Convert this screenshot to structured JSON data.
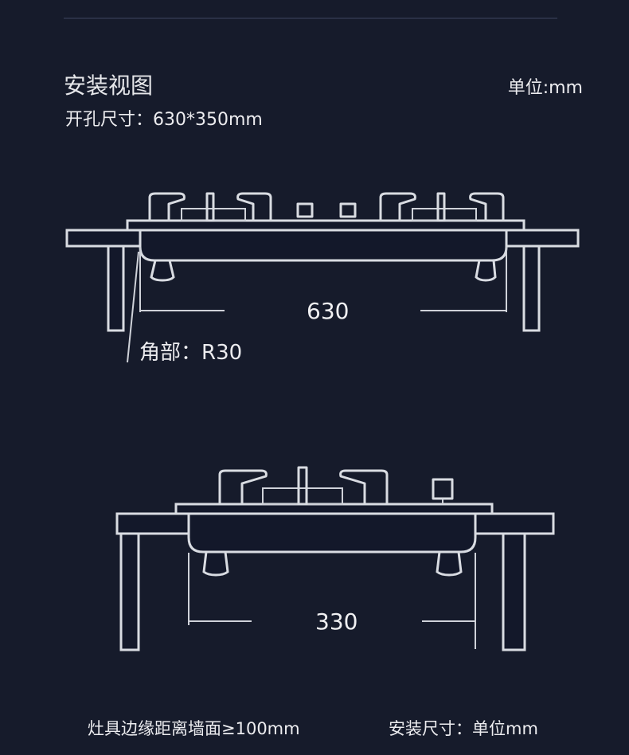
{
  "view": {
    "title": "安装视图",
    "unit_label": "单位:mm",
    "cutout_label": "开孔尺寸：630*350mm"
  },
  "front_view": {
    "width_label": "630",
    "corner_label": "角部：R30"
  },
  "side_view": {
    "depth_label": "330"
  },
  "footer": {
    "clearance_note": "灶具边缘距离墙面≥100mm",
    "install_unit_note": "安装尺寸：单位mm"
  },
  "colors": {
    "background": "#161b2b",
    "line": "#d9dce2",
    "text": "#ececef"
  }
}
